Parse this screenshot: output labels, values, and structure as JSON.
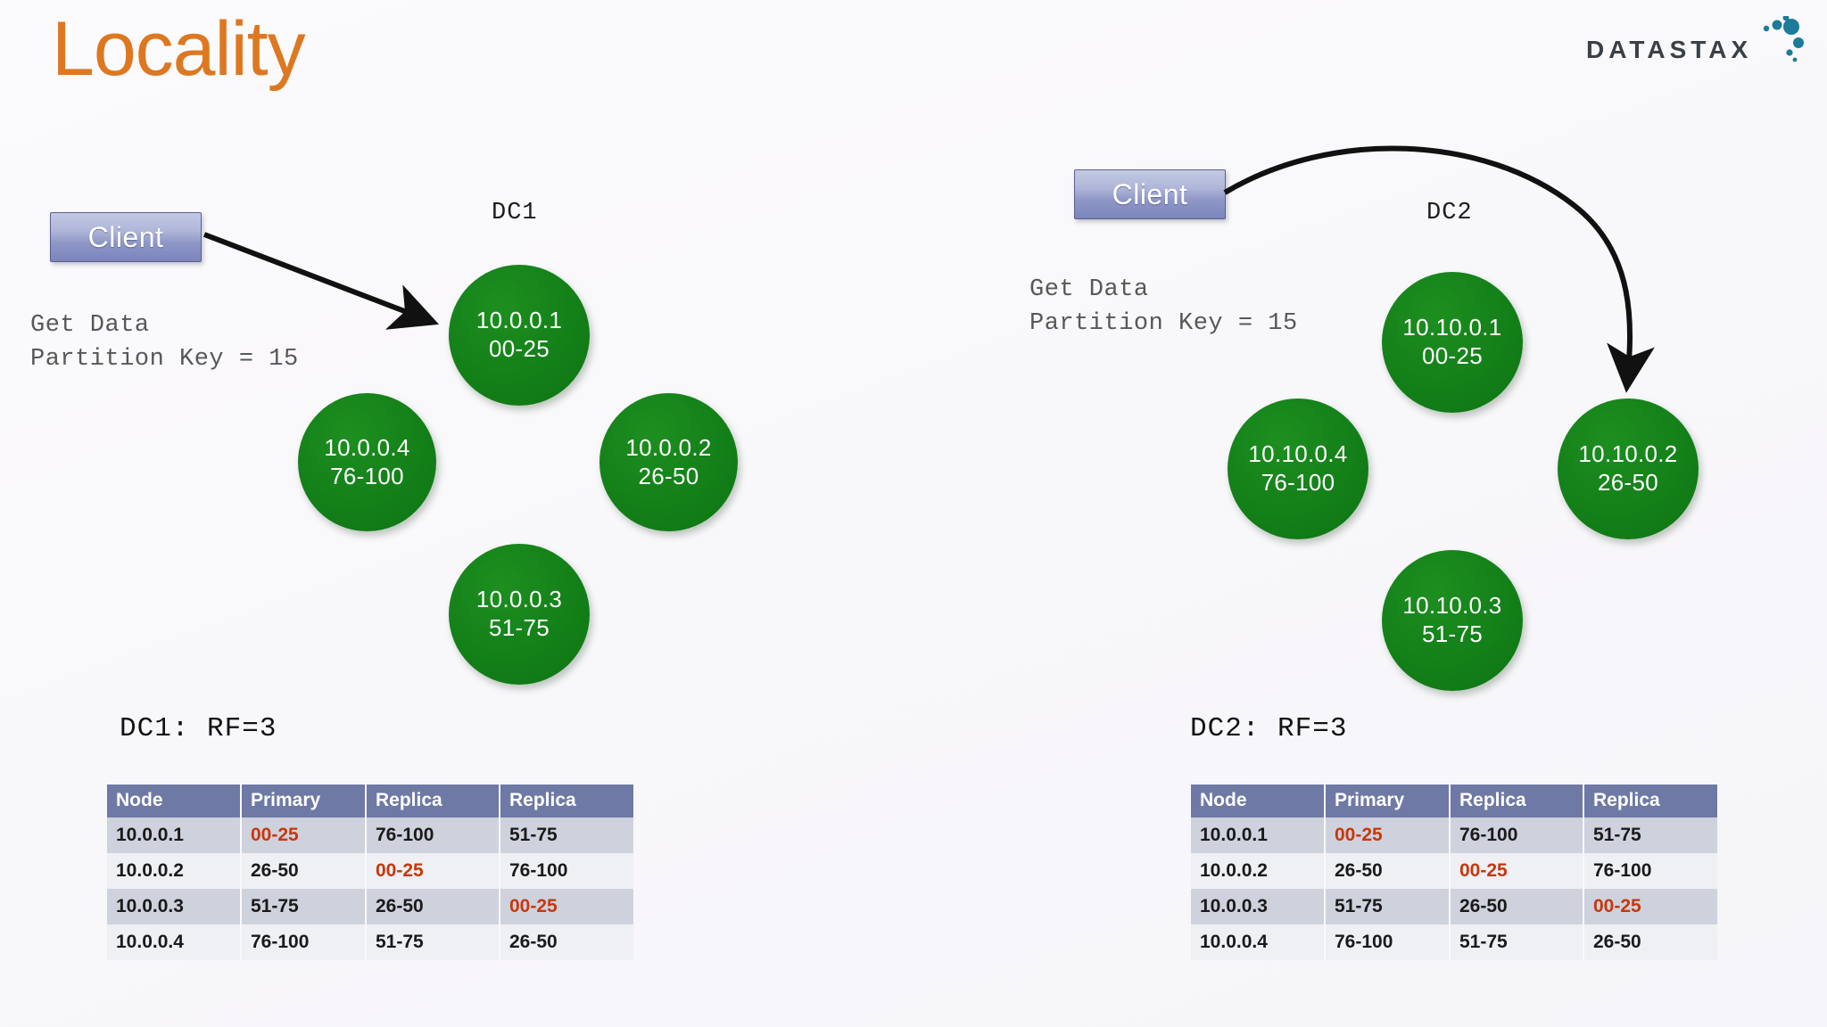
{
  "title": "Locality",
  "brand": {
    "logo_word": "DATASTAX",
    "logo_text_color": "#3b4046",
    "logo_dot_color": "#1b7b99"
  },
  "colors": {
    "title": "#dd7821",
    "node_green": "#15821a",
    "table_header": "#6f79a6",
    "highlight_red": "#c7380c",
    "client_blue": "#8e97c6",
    "background": "#faf8fb"
  },
  "table_headers": [
    "Node",
    "Primary",
    "Replica",
    "Replica"
  ],
  "datacenters": [
    {
      "id": "dc1",
      "label": "DC1",
      "client_label": "Client",
      "query_text": "Get Data\nPartition Key = 15",
      "rf_label": "DC1: RF=3",
      "arrow": "straight-arrow-to-node-1",
      "nodes": [
        {
          "ip": "10.0.0.1",
          "range": "00-25",
          "position": "top"
        },
        {
          "ip": "10.0.0.2",
          "range": "26-50",
          "position": "right"
        },
        {
          "ip": "10.0.0.3",
          "range": "51-75",
          "position": "bottom"
        },
        {
          "ip": "10.0.0.4",
          "range": "76-100",
          "position": "left"
        }
      ],
      "rows": [
        {
          "cells": [
            "10.0.0.1",
            "00-25",
            "76-100",
            "51-75"
          ],
          "highlight": 1
        },
        {
          "cells": [
            "10.0.0.2",
            "26-50",
            "00-25",
            "76-100"
          ],
          "highlight": 2
        },
        {
          "cells": [
            "10.0.0.3",
            "51-75",
            "26-50",
            "00-25"
          ],
          "highlight": 3
        },
        {
          "cells": [
            "10.0.0.4",
            "76-100",
            "51-75",
            "26-50"
          ],
          "highlight": -1
        }
      ]
    },
    {
      "id": "dc2",
      "label": "DC2",
      "client_label": "Client",
      "query_text": "Get Data\nPartition Key = 15",
      "rf_label": "DC2: RF=3",
      "arrow": "curved-arrow-to-node-2",
      "nodes": [
        {
          "ip": "10.10.0.1",
          "range": "00-25",
          "position": "top"
        },
        {
          "ip": "10.10.0.2",
          "range": "26-50",
          "position": "right"
        },
        {
          "ip": "10.10.0.3",
          "range": "51-75",
          "position": "bottom"
        },
        {
          "ip": "10.10.0.4",
          "range": "76-100",
          "position": "left"
        }
      ],
      "rows": [
        {
          "cells": [
            "10.0.0.1",
            "00-25",
            "76-100",
            "51-75"
          ],
          "highlight": 1
        },
        {
          "cells": [
            "10.0.0.2",
            "26-50",
            "00-25",
            "76-100"
          ],
          "highlight": 2
        },
        {
          "cells": [
            "10.0.0.3",
            "51-75",
            "26-50",
            "00-25"
          ],
          "highlight": 3
        },
        {
          "cells": [
            "10.0.0.4",
            "76-100",
            "51-75",
            "26-50"
          ],
          "highlight": -1
        }
      ]
    }
  ]
}
